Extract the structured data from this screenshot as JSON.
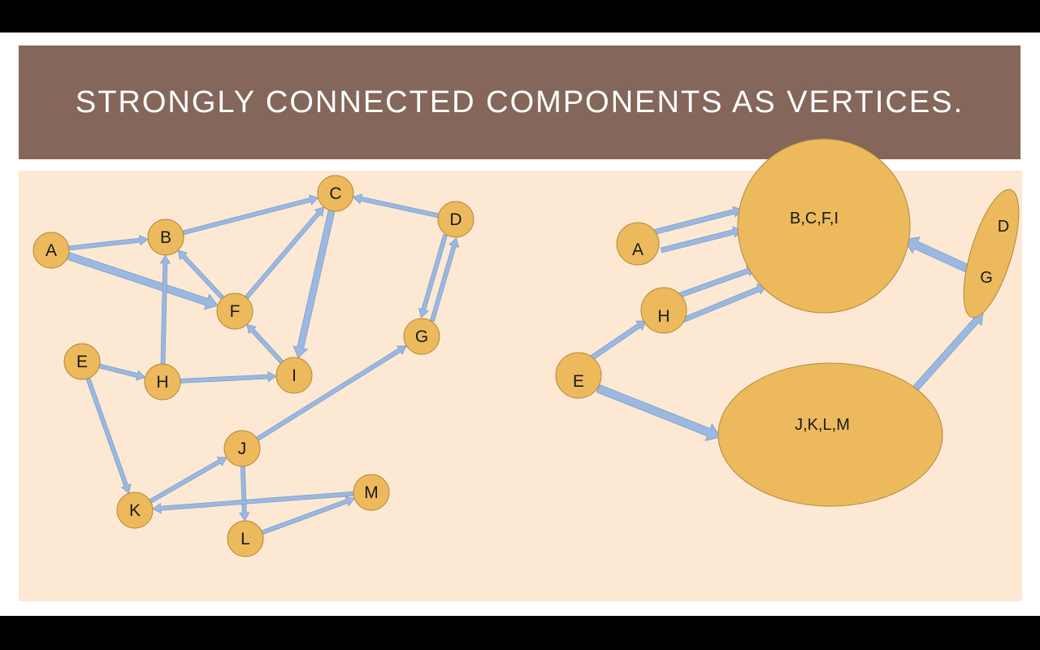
{
  "slide": {
    "title": "STRONGLY CONNECTED COMPONENTS AS VERTICES."
  },
  "colors": {
    "title_bar": "#84665a",
    "panel": "#fde9d3",
    "node_fill": "#ecb95c",
    "node_stroke": "#b28a3c",
    "edge": "#9ab8e0"
  },
  "original_graph": {
    "nodes": [
      {
        "id": "A",
        "label": "A"
      },
      {
        "id": "B",
        "label": "B"
      },
      {
        "id": "C",
        "label": "C"
      },
      {
        "id": "D",
        "label": "D"
      },
      {
        "id": "E",
        "label": "E"
      },
      {
        "id": "F",
        "label": "F"
      },
      {
        "id": "G",
        "label": "G"
      },
      {
        "id": "H",
        "label": "H"
      },
      {
        "id": "I",
        "label": "I"
      },
      {
        "id": "J",
        "label": "J"
      },
      {
        "id": "K",
        "label": "K"
      },
      {
        "id": "L",
        "label": "L"
      },
      {
        "id": "M",
        "label": "M"
      }
    ],
    "edges": [
      {
        "from": "A",
        "to": "B"
      },
      {
        "from": "A",
        "to": "F"
      },
      {
        "from": "B",
        "to": "C"
      },
      {
        "from": "F",
        "to": "B"
      },
      {
        "from": "F",
        "to": "C"
      },
      {
        "from": "C",
        "to": "I"
      },
      {
        "from": "I",
        "to": "F"
      },
      {
        "from": "D",
        "to": "C"
      },
      {
        "from": "D",
        "to": "G"
      },
      {
        "from": "G",
        "to": "D"
      },
      {
        "from": "E",
        "to": "H"
      },
      {
        "from": "E",
        "to": "K"
      },
      {
        "from": "H",
        "to": "B"
      },
      {
        "from": "H",
        "to": "I"
      },
      {
        "from": "J",
        "to": "G"
      },
      {
        "from": "K",
        "to": "J"
      },
      {
        "from": "J",
        "to": "L"
      },
      {
        "from": "L",
        "to": "M"
      },
      {
        "from": "M",
        "to": "K"
      }
    ]
  },
  "condensed_graph": {
    "nodes": [
      {
        "id": "A",
        "label": "A"
      },
      {
        "id": "H",
        "label": "H"
      },
      {
        "id": "E",
        "label": "E"
      },
      {
        "id": "BCFI",
        "label": "B,C,F,I"
      },
      {
        "id": "JKLM",
        "label": "J,K,L,M"
      },
      {
        "id": "DG",
        "labels": [
          "D",
          "G"
        ]
      }
    ],
    "edges": [
      {
        "from": "A",
        "to": "BCFI",
        "count": 2
      },
      {
        "from": "H",
        "to": "BCFI",
        "count": 2
      },
      {
        "from": "E",
        "to": "H",
        "count": 1
      },
      {
        "from": "E",
        "to": "JKLM",
        "count": 1
      },
      {
        "from": "DG",
        "to": "BCFI",
        "count": 1
      },
      {
        "from": "JKLM",
        "to": "DG",
        "count": 1
      }
    ]
  }
}
